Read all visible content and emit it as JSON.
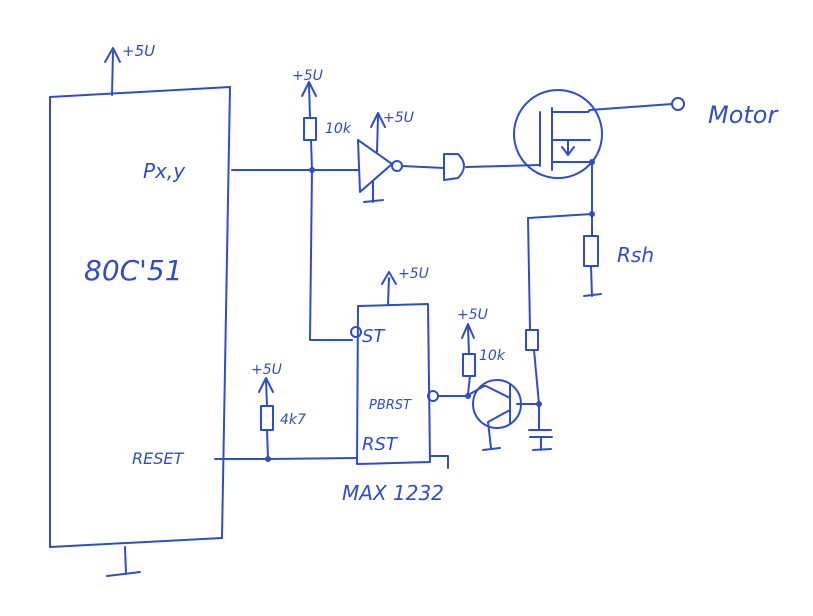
{
  "labels": {
    "mcu_supply": "+5U",
    "mcu_name": "80C'51",
    "mcu_pin_pxy": "Px,y",
    "mcu_pin_reset": "RESET",
    "pullup_supply": "+5U",
    "pullup_value": "10k",
    "buffer_supply": "+5U",
    "motor_label": "Motor",
    "shunt_label": "Rsh",
    "max_supply": "+5U",
    "max_pin_st": "ST",
    "max_pin_pbrst": "PBRST",
    "max_pin_rst": "RST",
    "max_name": "MAX 1232",
    "reset_pullup_supply": "+5U",
    "reset_pullup_value": "4k7",
    "base_pullup_supply": "+5U",
    "base_pullup_value": "10k"
  },
  "colors": {
    "ink": "#2f4fc0",
    "paper": "#ffffff"
  }
}
